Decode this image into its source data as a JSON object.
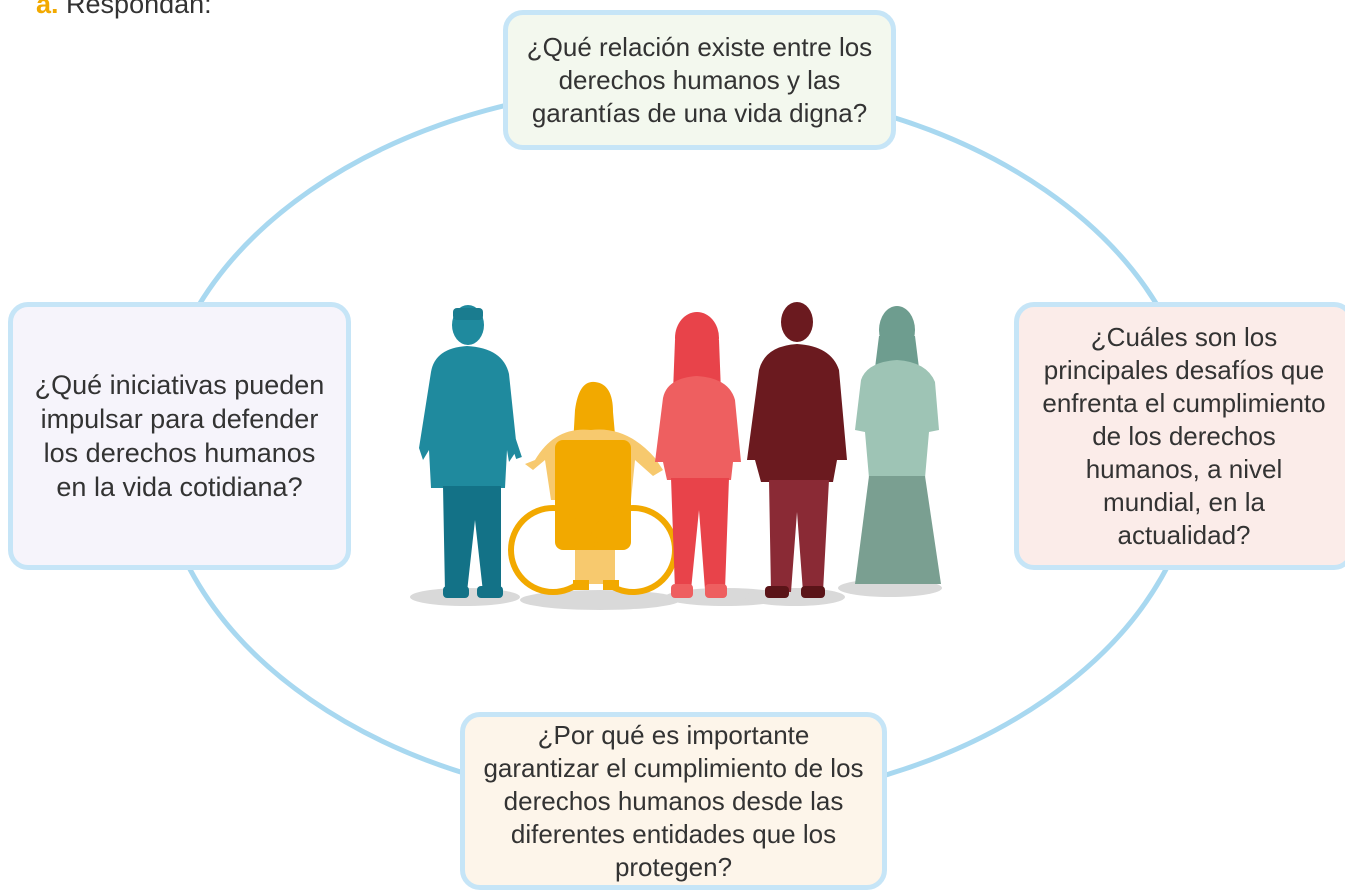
{
  "heading": {
    "letter": "a.",
    "text": "Respondan:"
  },
  "questions": {
    "top": "¿Qué relación existe entre los derechos humanos y las garantías de una vida digna?",
    "left": "¿Qué iniciativas pueden impulsar para defender los derechos humanos en la vida cotidiana?",
    "right": "¿Cuáles son los principales desafíos que enfrenta el cumplimiento de los derechos humanos, a nivel mundial, en la actualidad?",
    "bottom": "¿Por qué es importante garantizar el cumplimiento de los derechos humanos desde las diferentes entidades que los protegen?"
  },
  "colors": {
    "ring": "#a8d8f0",
    "box_border": "#c6e5f7",
    "accent": "#f2a900",
    "person_teal": "#1f8a9e",
    "person_yellow": "#f2a900",
    "person_red": "#e8434a",
    "person_maroon": "#6b1a1f",
    "person_sage": "#8fb5a5"
  },
  "illustration": [
    "person-teal",
    "person-wheelchair-yellow",
    "person-red",
    "person-maroon",
    "person-sage"
  ]
}
